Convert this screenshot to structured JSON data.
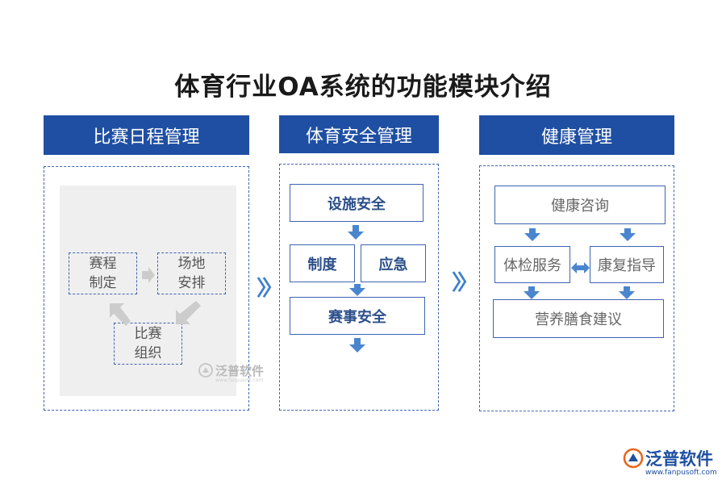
{
  "title": "体育行业OA系统的功能模块介绍",
  "columns": [
    {
      "header": "比赛日程管理",
      "items": {
        "schedule": "赛程\n制定",
        "venue": "场地\n安排",
        "organize": "比赛\n组织"
      },
      "watermark": "泛普软件"
    },
    {
      "header": "体育安全管理",
      "items": {
        "facility": "设施安全",
        "system": "制度",
        "emergency": "应急",
        "event": "赛事安全"
      }
    },
    {
      "header": "健康管理",
      "items": {
        "consult": "健康咨询",
        "checkup": "体检服务",
        "rehab": "康复指导",
        "diet": "营养膳食建议"
      }
    }
  ],
  "branding": {
    "name": "泛普软件",
    "url": "www.fanpusoft.com"
  },
  "colors": {
    "header": "#1f4fa3",
    "border": "#3e64b0",
    "arrow": "#4a86cf",
    "gray_arrow": "#cccccc"
  }
}
